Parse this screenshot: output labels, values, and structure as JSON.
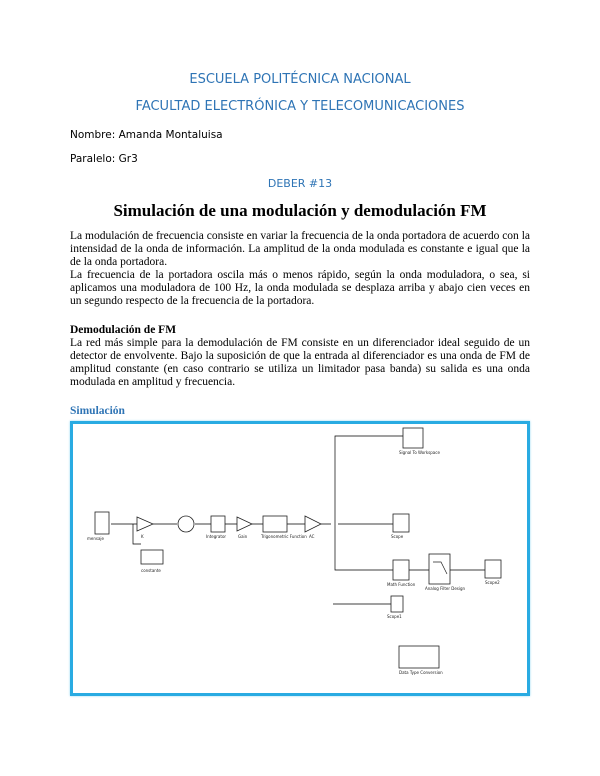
{
  "header": {
    "school": "ESCUELA POLITÉCNICA NACIONAL",
    "faculty": "FACULTAD  ELECTRÓNICA Y TELECOMUNICACIONES",
    "name": "Nombre: Amanda Montaluisa",
    "parallel": "Paralelo: Gr3",
    "homework": "DEBER #13"
  },
  "title": "Simulación de una modulación y  demodulación FM",
  "paragraphs": {
    "p1": "La modulación de frecuencia consiste en variar la frecuencia de la onda portadora de  acuerdo con la intensidad de la onda de información. La amplitud de la onda modulada es  constante e igual que la de la onda portadora.",
    "p2": "La frecuencia de la portadora oscila más o menos rápido, según la onda moduladora, o sea, si aplicamos una moduladora de 100 Hz, la onda modulada se desplaza arriba y abajo cien veces en un segundo respecto de la frecuencia de la portadora.",
    "demod_heading": "Demodulación de FM",
    "p3": "La red más simple para la demodulación de FM consiste en un diferenciador ideal seguido de un detector de envolvente. Bajo la suposición de que la entrada al diferenciador es una onda de FM de amplitud constante (en caso contrario se utiliza un limitador pasa banda) su salida es una onda modulada en amplitud y frecuencia.",
    "sim_heading": "Simulación"
  },
  "simulation": {
    "blocks": {
      "mensaje": "mensaje",
      "k": "K",
      "integrator": "Integrator",
      "gain": "Gain",
      "trig": "Trigonometric Function",
      "ac": "AC",
      "constante": "constante",
      "scope": "Scope",
      "to_workspace": "Signal To Workspace",
      "math": "Math Function",
      "filter": "Analog Filter Design",
      "scope2": "Scope2",
      "scope1": "Scope1",
      "dist": "Data Type Conversion"
    }
  }
}
